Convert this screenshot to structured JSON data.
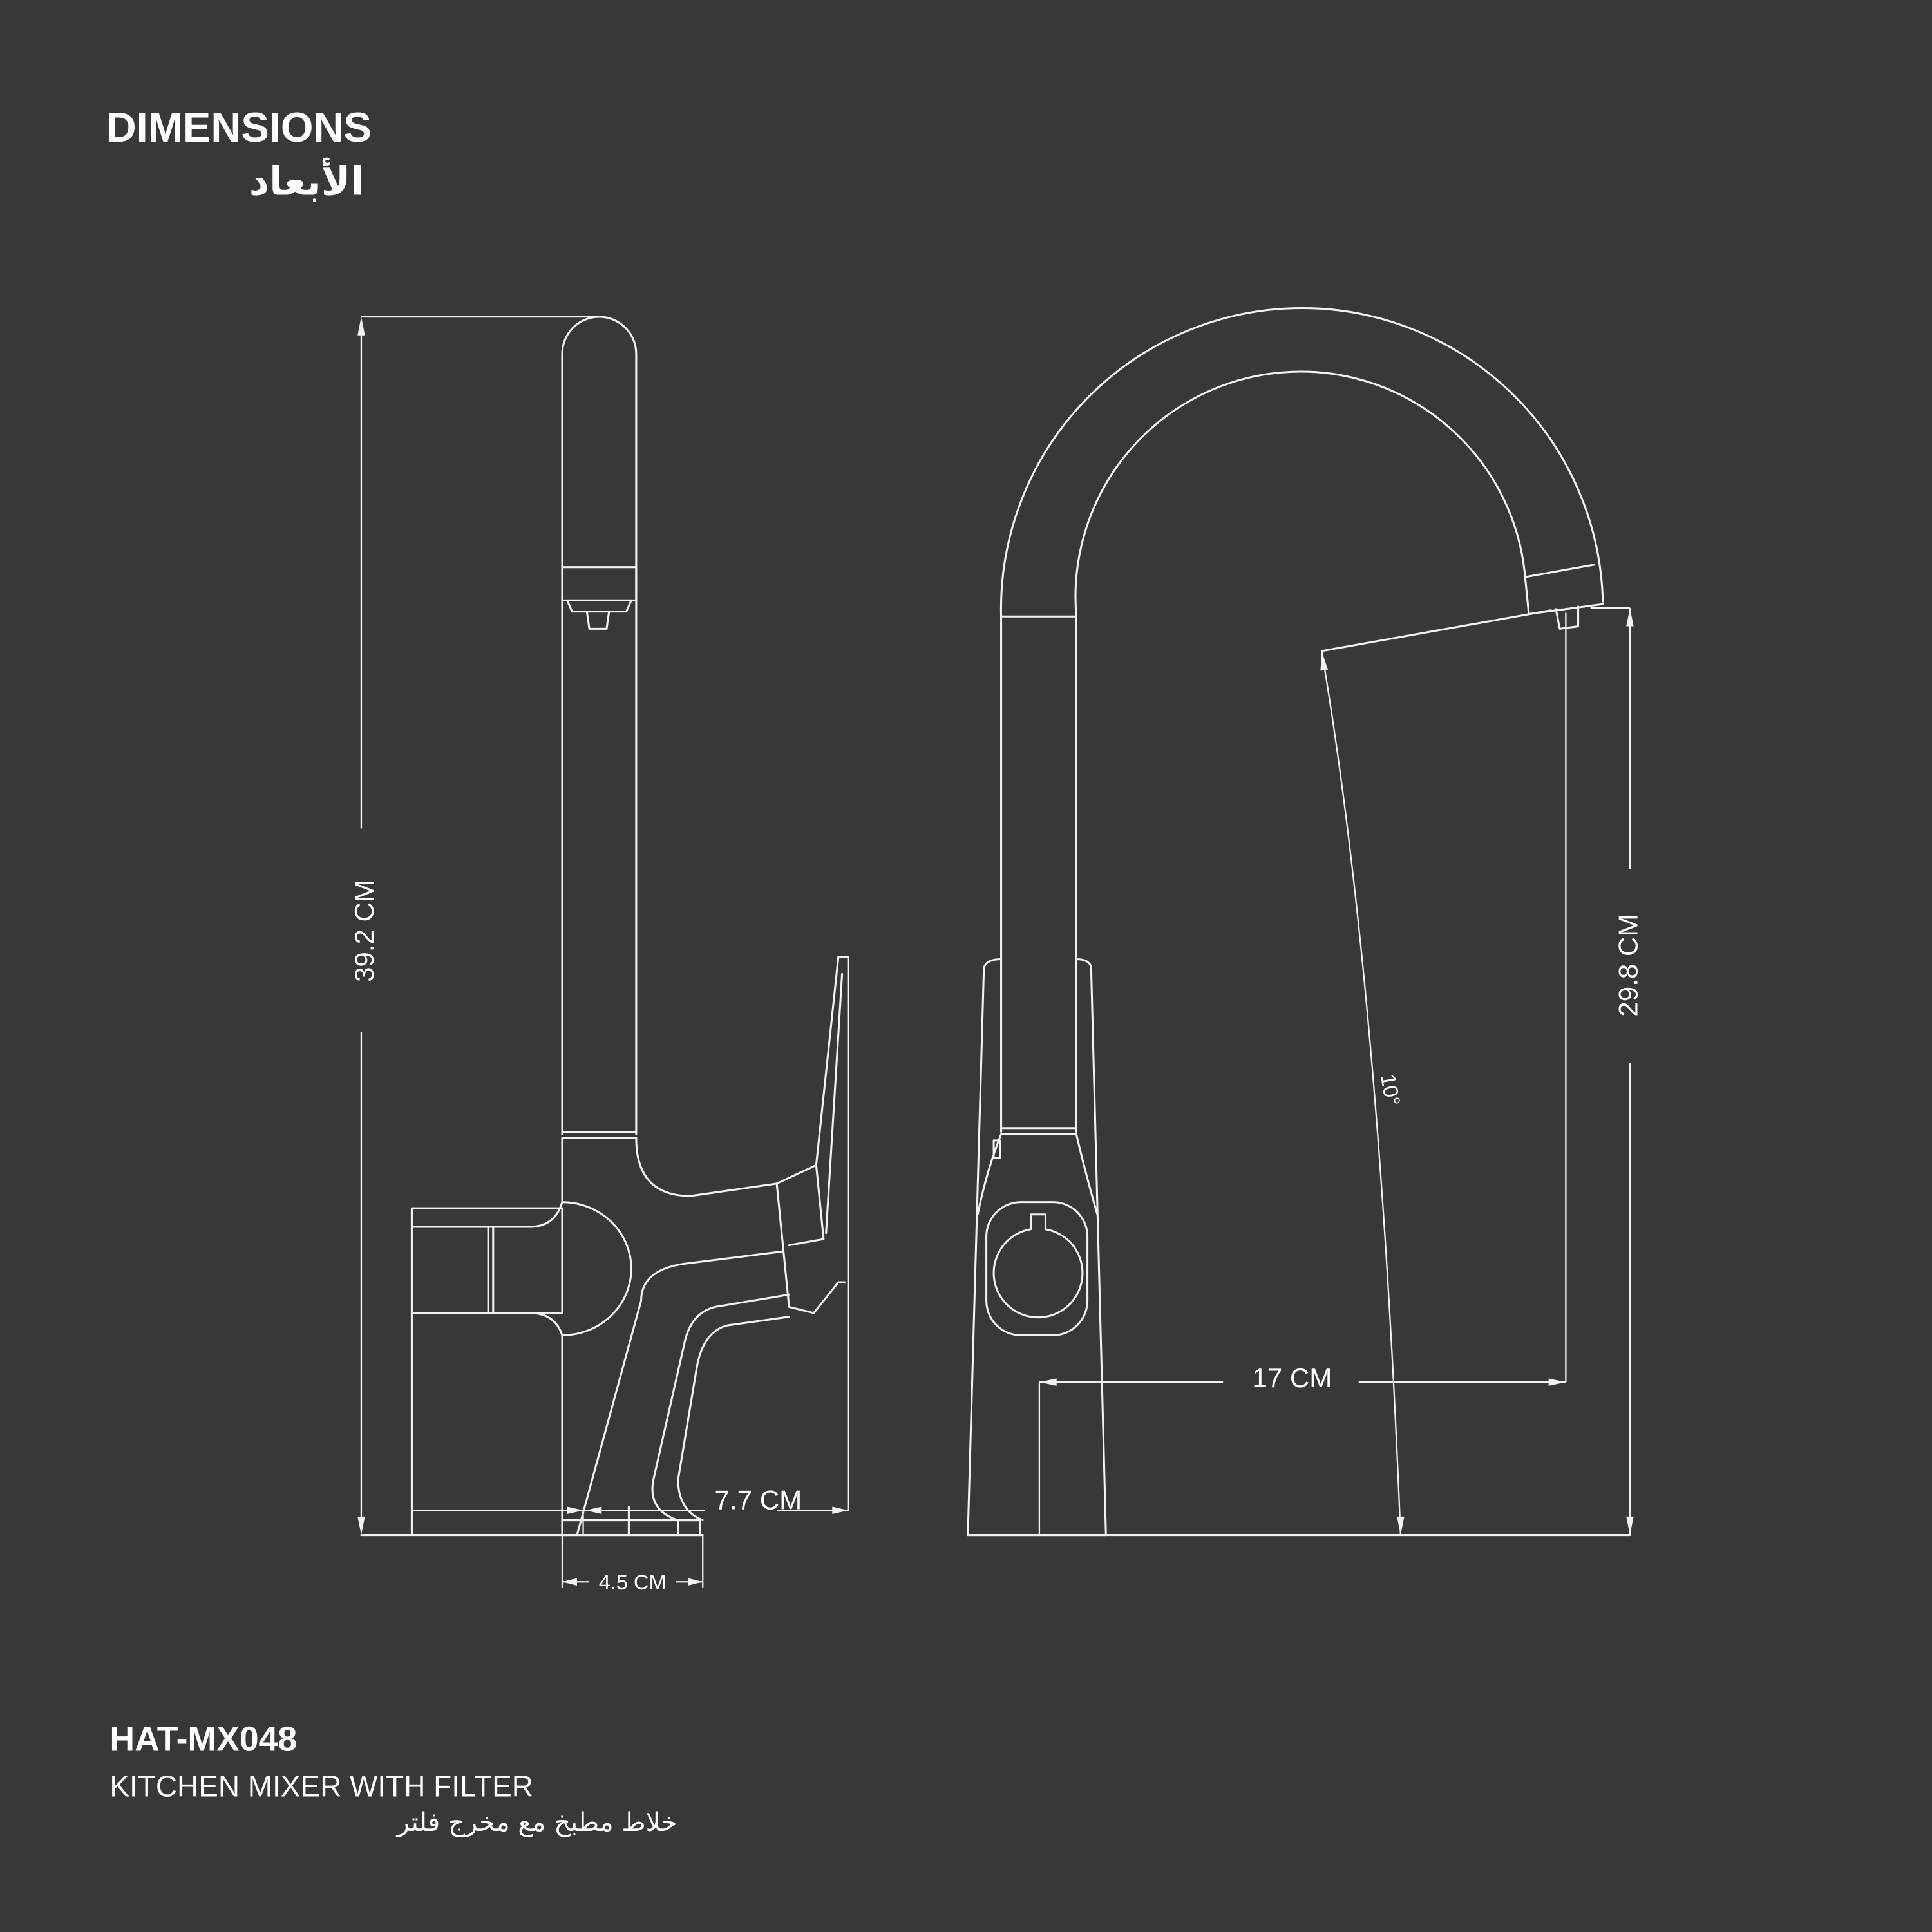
{
  "header": {
    "title": "DIMENSIONS",
    "title_ar": "الأبعاد"
  },
  "side_view": {
    "height_label": "39.2 CM",
    "handle_depth_label": "7.7 CM",
    "base_width_label": "4.5 CM"
  },
  "front_view": {
    "spout_height_label": "29.8 CM",
    "reach_label": "17 CM",
    "angle_label": "10°"
  },
  "product": {
    "model": "HAT-MX048",
    "name": "KITCHEN MIXER WITH FILTER",
    "name_ar": "خلاط مطبخ مع مخرج فلتر"
  },
  "colors": {
    "background": "#383838",
    "line": "#f2f2f2"
  }
}
